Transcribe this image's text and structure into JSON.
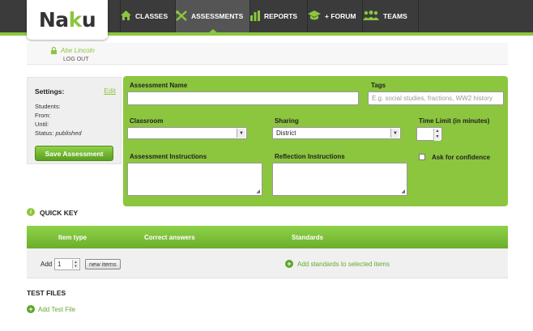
{
  "logo": {
    "part1": "Na",
    "part2": "k",
    "part3": "u"
  },
  "nav": {
    "tabs": [
      {
        "label": "Classes",
        "icon": "home-icon"
      },
      {
        "label": "Assessments",
        "icon": "tools-icon"
      },
      {
        "label": "Reports",
        "icon": "bar-chart-icon"
      },
      {
        "label": "+ Forum",
        "icon": "graduation-cap-icon"
      },
      {
        "label": "Teams",
        "icon": "people-icon"
      }
    ],
    "active": "Assessments"
  },
  "user": {
    "name": "Abe Lincoln",
    "logout": "LOG OUT"
  },
  "settings": {
    "title": "Settings:",
    "edit": "Edit",
    "students": "Students:",
    "from": "From:",
    "until": "Until:",
    "status_label": "Status:",
    "status_value": "published",
    "save": "Save Assessment"
  },
  "form": {
    "assessment_name_label": "Assessment Name",
    "assessment_name_value": "",
    "tags_label": "Tags",
    "tags_placeholder": "E.g. social studies, fractions, WW2 history",
    "classroom_label": "Classroom",
    "classroom_value": "",
    "sharing_label": "Sharing",
    "sharing_value": "District",
    "time_limit_label": "Time Limit (in minutes)",
    "time_limit_value": "",
    "instructions_label": "Assessment Instructions",
    "reflection_label": "Reflection Instructions",
    "confidence_label": "Ask for confidence",
    "confidence_checked": false
  },
  "quick_key": {
    "title": "QUICK KEY",
    "columns": [
      "Item type",
      "Correct answers",
      "Standards"
    ],
    "add_label": "Add",
    "add_count": "1",
    "new_items": "new items",
    "add_standards": "Add standards to selected items"
  },
  "test_files": {
    "title": "TEST FILES",
    "add": "Add Test File"
  },
  "colors": {
    "accent": "#8cc63f",
    "nav_bg": "#3b3b3b"
  }
}
